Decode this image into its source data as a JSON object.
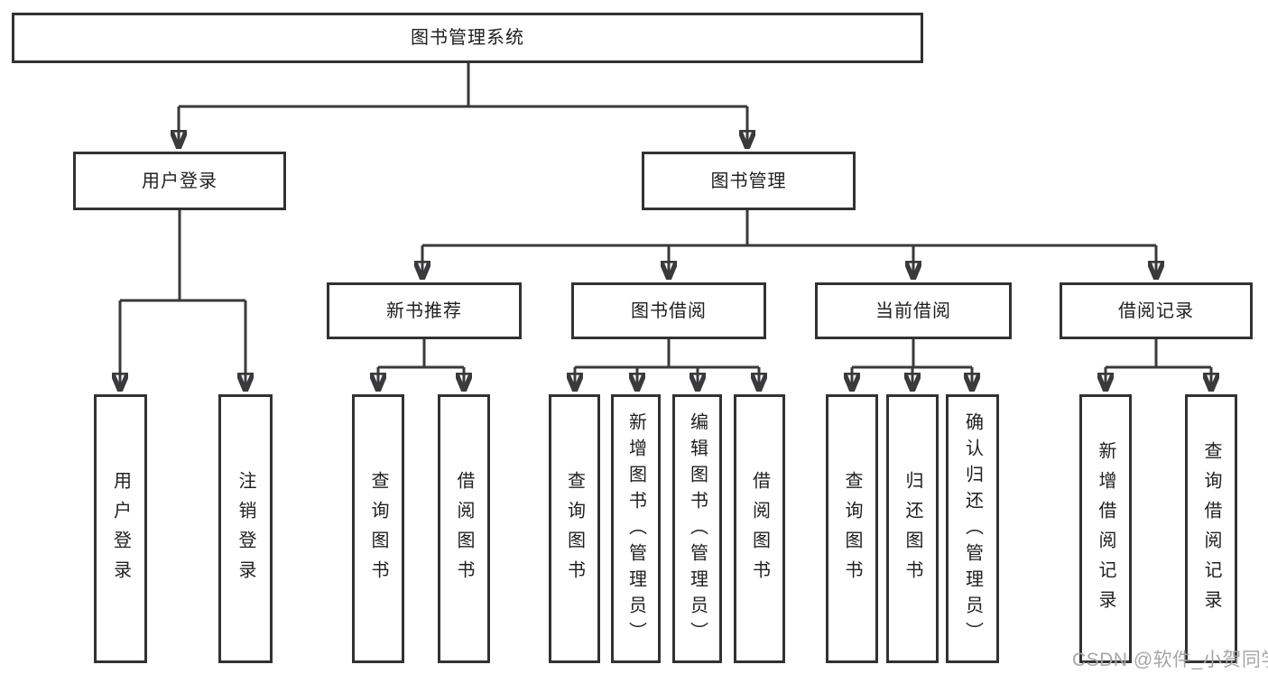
{
  "diagram_title": "图书管理系统",
  "nodes": {
    "system": {
      "label": "图书管理系统"
    },
    "userLogin": {
      "label": "用户登录"
    },
    "bookMgmt": {
      "label": "图书管理"
    },
    "newBookRec": {
      "label": "新书推荐"
    },
    "bookBorrow": {
      "label": "图书借阅"
    },
    "currentBorrow": {
      "label": "当前借阅"
    },
    "borrowRecords": {
      "label": "借阅记录"
    },
    "leafUserLogin": {
      "label": "用户登录"
    },
    "leafLogout": {
      "label": "注销登录"
    },
    "leafQueryBooksRec": {
      "label": "查询图书"
    },
    "leafBorrowBooksRec": {
      "label": "借阅图书"
    },
    "leafQueryBooksBorrow": {
      "label": "查询图书"
    },
    "leafAddBooksAdmin": {
      "label": "新增图书（管理员）"
    },
    "leafEditBooksAdmin": {
      "label": "编辑图书（管理员）"
    },
    "leafBorrowBooksBorrow": {
      "label": "借阅图书"
    },
    "leafQueryBooksCurrent": {
      "label": "查询图书"
    },
    "leafReturnBooks": {
      "label": "归还图书"
    },
    "leafConfirmReturnAdmin": {
      "label": "确认归还（管理员）"
    },
    "leafAddBorrowRecord": {
      "label": "新增借阅记录"
    },
    "leafQueryBorrowRecord": {
      "label": "查询借阅记录"
    }
  },
  "hierarchy": [
    {
      "parent": "图书管理系统",
      "children": [
        "用户登录",
        "图书管理"
      ]
    },
    {
      "parent": "用户登录",
      "children": [
        "用户登录",
        "注销登录"
      ]
    },
    {
      "parent": "图书管理",
      "children": [
        "新书推荐",
        "图书借阅",
        "当前借阅",
        "借阅记录"
      ]
    },
    {
      "parent": "新书推荐",
      "children": [
        "查询图书",
        "借阅图书"
      ]
    },
    {
      "parent": "图书借阅",
      "children": [
        "查询图书",
        "新增图书（管理员）",
        "编辑图书（管理员）",
        "借阅图书"
      ]
    },
    {
      "parent": "当前借阅",
      "children": [
        "查询图书",
        "归还图书",
        "确认归还（管理员）"
      ]
    },
    {
      "parent": "借阅记录",
      "children": [
        "新增借阅记录",
        "查询借阅记录"
      ]
    }
  ],
  "watermark": {
    "text": "CSDN @软件_小贺同学"
  },
  "colors": {
    "line": "#3a3a3c",
    "box_border": "#323234",
    "text": "#202022",
    "watermark": "#a6a6a8",
    "background": "#ffffff"
  }
}
